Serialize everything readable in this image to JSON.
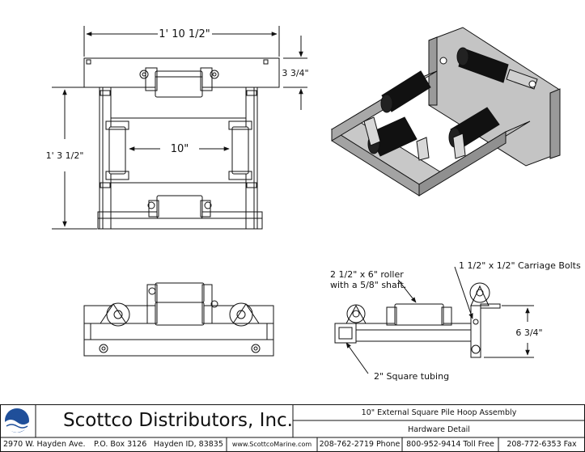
{
  "dimensions": {
    "top_width": "1' 10 1/2\"",
    "end_height": "3 3/4\"",
    "side_height": "1' 3 1/2\"",
    "inner_gap": "10\"",
    "elevation_height": "6 3/4\""
  },
  "callouts": {
    "roller_line1": "2 1/2\" x 6\" roller",
    "roller_line2": "with a 5/8\" shaft.",
    "bolts": "1 1/2\" x 1/2\" Carriage Bolts",
    "tubing": "2\" Square tubing"
  },
  "title_block": {
    "company": "Scottco Distributors, Inc.",
    "drawing_title": "10\" External Square Pile Hoop Assembly",
    "drawing_subtitle": "Hardware Detail",
    "address": "2970 W. Hayden Ave.",
    "po_box": "P.O. Box 3126",
    "city": "Hayden ID, 83835",
    "website": "www.ScottcoMarine.com",
    "phone": "208-762-2719 Phone",
    "toll_free": "800-952-9414 Toll Free",
    "fax": "208-772-6353 Fax"
  },
  "colors": {
    "line": "#111111",
    "roller_black": "#111111",
    "frame_grey": "#b8b8b8",
    "logo_blue": "#1f4f9a"
  }
}
